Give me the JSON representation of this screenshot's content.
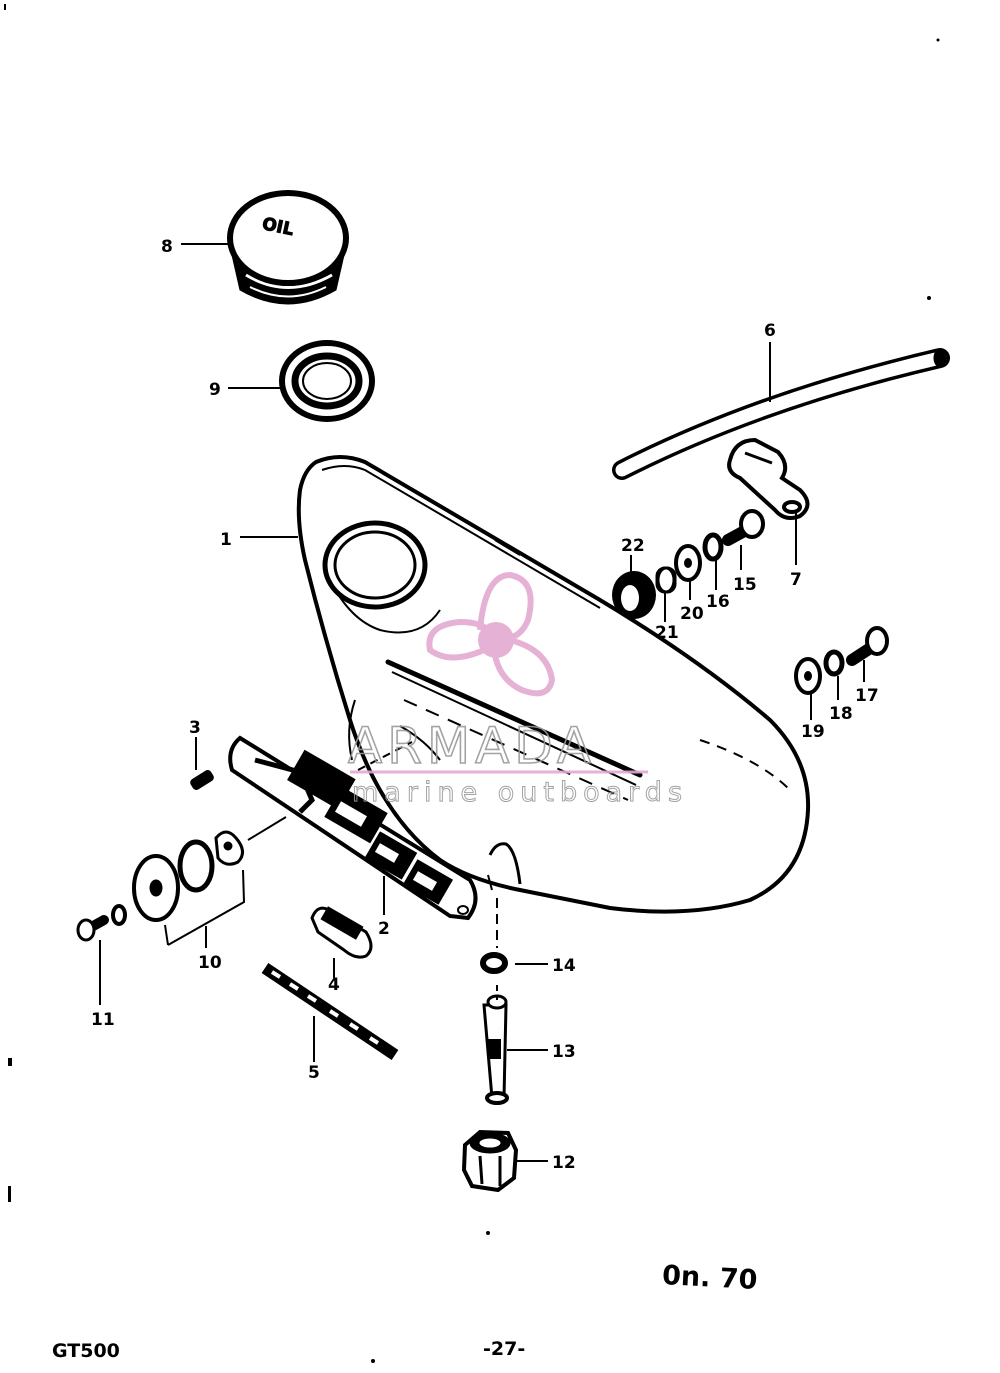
{
  "part_labels": {
    "p1": "1",
    "p2": "2",
    "p3": "3",
    "p4": "4",
    "p5": "5",
    "p6": "6",
    "p7": "7",
    "p8": "8",
    "p9": "9",
    "p10": "10",
    "p11": "11",
    "p12": "12",
    "p13": "13",
    "p14": "14",
    "p15": "15",
    "p16": "16",
    "p17": "17",
    "p18": "18",
    "p19": "19",
    "p20": "20",
    "p21": "21",
    "p22": "22"
  },
  "cap_text": "OIL",
  "watermark": {
    "title": "ARMADA",
    "subtitle": "marine outboards",
    "color": "#e3a9d0"
  },
  "reference_code": "0n. 70",
  "footer": {
    "model": "GT500",
    "page": "-27-"
  }
}
